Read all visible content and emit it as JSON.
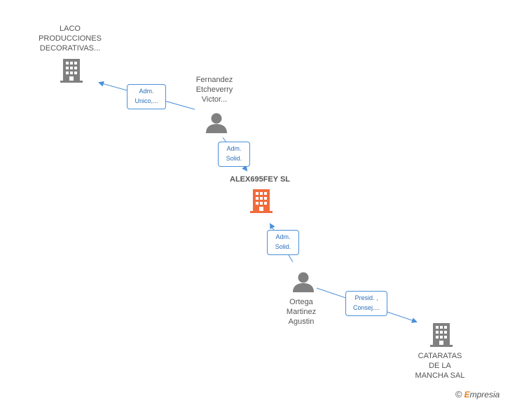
{
  "nodes": {
    "laco": {
      "lines": [
        "LACO",
        "PRODUCCIONES",
        "DECORATIVAS..."
      ]
    },
    "fernandez": {
      "lines": [
        "Fernandez",
        "Etcheverry",
        "Victor..."
      ]
    },
    "alex": {
      "lines": [
        "ALEX695FEY SL"
      ]
    },
    "ortega": {
      "lines": [
        "Ortega",
        "Martinez",
        "Agustin"
      ]
    },
    "cataratas": {
      "lines": [
        "CATARATAS",
        "DE LA",
        "MANCHA SAL"
      ]
    }
  },
  "edges": {
    "fernandez_laco": {
      "lines": [
        "Adm.",
        "Unico,..."
      ]
    },
    "fernandez_alex": {
      "lines": [
        "Adm.",
        "Solid."
      ]
    },
    "ortega_alex": {
      "lines": [
        "Adm.",
        "Solid."
      ]
    },
    "ortega_cataratas": {
      "lines": [
        "Presid. ,",
        "Consej...."
      ]
    }
  },
  "colors": {
    "company_gray": "#808080",
    "company_focus": "#f26b3a",
    "person_gray": "#808080",
    "edge_blue": "#4a90d9"
  },
  "brand": {
    "copyright": "©",
    "e": "E",
    "rest": "mpresia"
  }
}
